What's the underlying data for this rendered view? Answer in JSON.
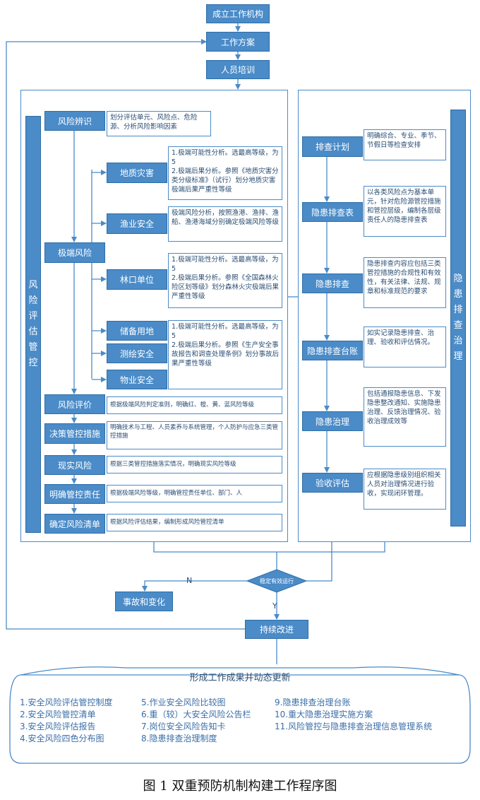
{
  "flow": {
    "establish": "成立工作机构",
    "plan": "工作方案",
    "training": "人员培训"
  },
  "left_panel": {
    "sidebar": "风险评估管控",
    "risk_identification": {
      "label": "风险辨识",
      "desc": "划分评估单元、风险点、危险源、分析风险影响因素"
    },
    "extreme_risk": "极端风险",
    "geo_disaster": {
      "label": "地质灾害",
      "desc": "1.极端可能性分析。选最高等级，为5\n2.极端后果分析。参照《地质灾害分类分级标准》（试行）划分地质灾害极端后果严重性等级"
    },
    "fishery": {
      "label": "渔业安全",
      "desc": "极端风险分析，按照渔港、渔排、渔船、渔港海域分别确定极端风险等级"
    },
    "forest": {
      "label": "林口单位",
      "desc": "1.极端可能性分析。选最高等级，为5\n2.极端后果分析。参照《全国森林火险区划等级》划分森林火灾极端后果严重性等级"
    },
    "reserve_land": "储备用地",
    "surveying": "测绘安全",
    "property": "物业安全",
    "shared_desc": "1.极端可能性分析。选最高等级，为5\n2.极端后果分析。参照《生产安全事故报告和调查处理条例》划分事故后果严重性等级",
    "risk_evaluation": {
      "label": "风险评价",
      "desc": "根据极端风险判定准则，明确红、橙、黄、蓝风险等级"
    },
    "decision": {
      "label": "决策管控措施",
      "desc": "明确技术与工程、人员素养与系统管理，个人防护与应急三类管控措施"
    },
    "actual_risk": {
      "label": "现实风险",
      "desc": "根据三类管控措施落实情况，明确现实风险等级"
    },
    "responsibility": {
      "label": "明确管控责任",
      "desc": "根据极端风险等级，明确管控责任单位、部门、人"
    },
    "risk_list": {
      "label": "确定风险清单",
      "desc": "根据风险评估结果，编制形成风险管控清单"
    }
  },
  "right_panel": {
    "sidebar": "隐患排查治理",
    "steps": [
      {
        "label": "排查计划",
        "desc": "明确综合、专业、季节、节假日等检查安排"
      },
      {
        "label": "隐患排查表",
        "desc": "以各类风险点为基本单元，针对危险源管控措施和管控层级，编制各层级责任人的隐患排查表"
      },
      {
        "label": "隐患排查",
        "desc": "隐患排查内容应包括三类管控措施的合规性和有效性，有关法律、法规、规章和标准规范的要求"
      },
      {
        "label": "隐患排查台账",
        "desc": "如实记录隐患排查、治理、验收和评估情况。"
      },
      {
        "label": "隐患治理",
        "desc": "包括通报隐患信息、下发隐患整改通知、实施隐患治理、反馈治理情况、验收治理成效等"
      },
      {
        "label": "验收评估",
        "desc": "应根据隐患级别组织相关人员对治理情况进行验收，实现闭环管理。"
      }
    ]
  },
  "decision_node": {
    "label": "稳定有效运行",
    "no": "N",
    "yes": "Y"
  },
  "accident": "事故和变化",
  "improve": "持续改进",
  "outcomes": {
    "title": "形成工作成果并动态更新",
    "col1": [
      "1.安全风险评估管控制度",
      "2.安全风险管控清单",
      "3.安全风险评估报告",
      "4.安全风险四色分布图"
    ],
    "col2": [
      "5.作业安全风险比较图",
      "6.重（较）大安全风险公告栏",
      "7.岗位安全风险告知卡",
      "8.隐患排查治理制度"
    ],
    "col3": [
      "9.隐患排查治理台账",
      "10.重大隐患治理实施方案",
      "11.风险管控与隐患排查治理信息管理系统"
    ]
  },
  "caption": "图 1  双重预防机制构建工作程序图"
}
